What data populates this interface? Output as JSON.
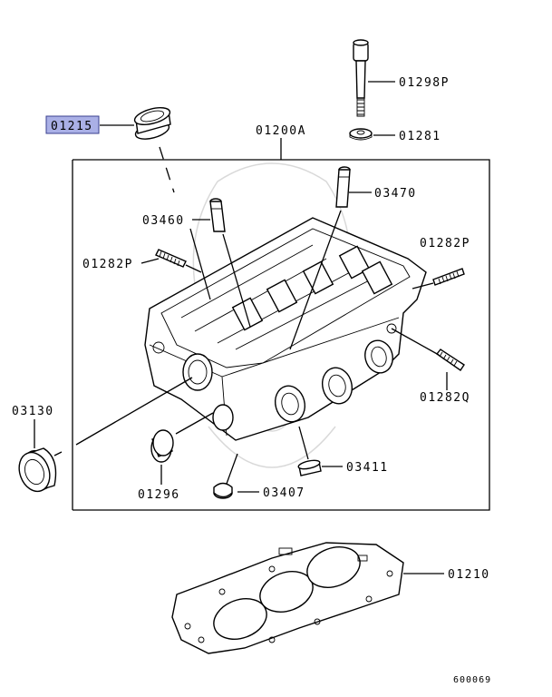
{
  "labels": {
    "p01215": "01215",
    "p01298P": "01298P",
    "p01281": "01281",
    "p01200A": "01200A",
    "p03470": "03470",
    "p03460": "03460",
    "p01282P_left": "01282P",
    "p01282P_right": "01282P",
    "p01282Q": "01282Q",
    "p03130": "03130",
    "p01296": "01296",
    "p03407": "03407",
    "p03411": "03411",
    "p01210": "01210",
    "diagram_id": "600069"
  },
  "colors": {
    "highlight_fill": "#aab0e6",
    "highlight_border": "#3a3f8f",
    "line": "#000000"
  }
}
